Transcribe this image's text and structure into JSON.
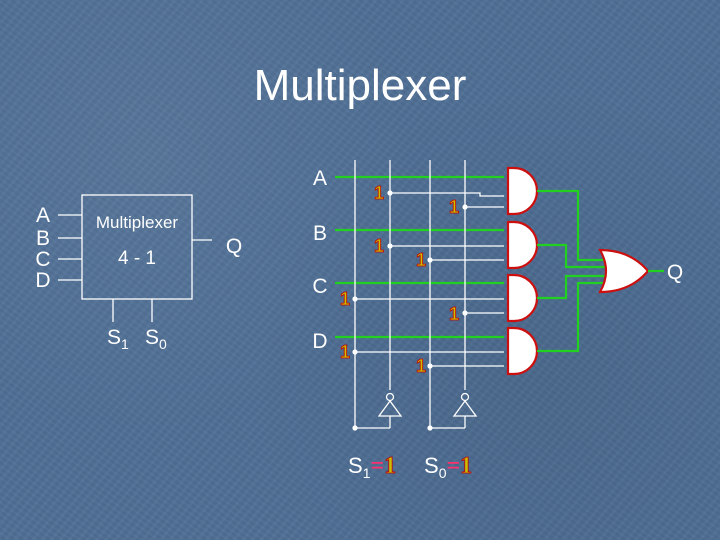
{
  "title": "Multiplexer",
  "block": {
    "name": "Multiplexer",
    "ratio": "4 - 1",
    "inputs": [
      "A",
      "B",
      "C",
      "D"
    ],
    "output": "Q",
    "select_main": "S",
    "select_subs": [
      "1",
      "0"
    ]
  },
  "circuit": {
    "inputs": [
      "A",
      "B",
      "C",
      "D"
    ],
    "output": "Q",
    "bit": "1",
    "select": [
      {
        "name": "S",
        "sub": "1",
        "eq": "=",
        "value": "1"
      },
      {
        "name": "S",
        "sub": "0",
        "eq": "=",
        "value": "1"
      }
    ]
  },
  "colors": {
    "background": "#4f6f95",
    "active_wire": "#22d022",
    "gate_outline": "#cc1010",
    "bit_fill": "#c8c000",
    "equals": "#ff3070"
  },
  "icons": [
    "and-gate-icon",
    "or-gate-icon",
    "not-gate-icon"
  ]
}
